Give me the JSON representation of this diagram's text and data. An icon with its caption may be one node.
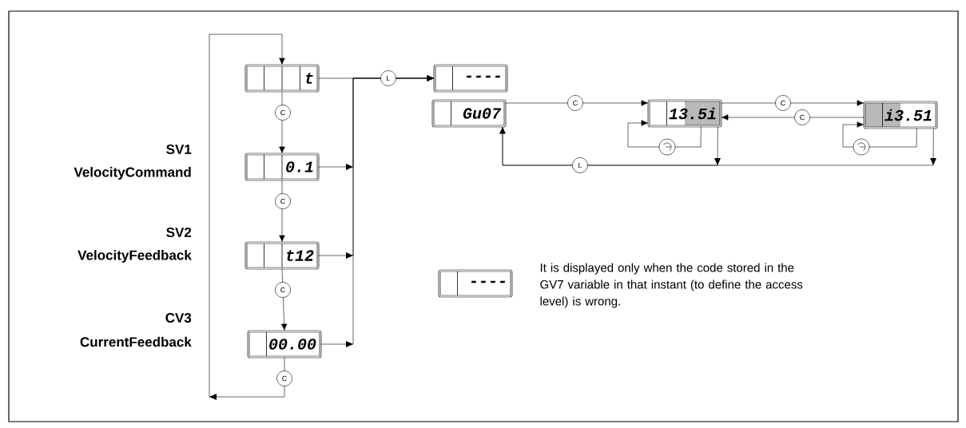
{
  "diagram": {
    "nodes": [
      {
        "text": [
          "t"
        ]
      },
      {
        "text": [
          "0.1"
        ]
      },
      {
        "text": [
          "t12"
        ]
      },
      {
        "text": [
          "00.00"
        ]
      },
      {
        "text": [
          "----"
        ]
      },
      {
        "text": [
          "Gu07"
        ]
      },
      {
        "text": [
          "13.5i"
        ]
      },
      {
        "text": [
          "i3.51"
        ]
      },
      {
        "text": [
          "----"
        ],
        "beside": [
          "It is displayed only when the code stored in the GV7 variable in that instant (to define the access level) is wrong."
        ]
      }
    ],
    "edges": [
      {
        "from": 0,
        "to": 1,
        "arrow": "to",
        "label": "C"
      },
      {
        "from": 1,
        "to": 2,
        "arrow": "to",
        "label": "C"
      },
      {
        "from": 2,
        "to": 3,
        "arrow": "to",
        "label": "C"
      },
      {
        "from": 3,
        "to": 0,
        "arrow": "to",
        "label": "C"
      },
      {
        "from": 0,
        "to": 4,
        "arrow": "to",
        "label": "L"
      },
      {
        "from": 1,
        "to": 4,
        "arrow": "to"
      },
      {
        "from": 2,
        "to": 4,
        "arrow": "to"
      },
      {
        "from": 3,
        "to": 4,
        "arrow": "to"
      },
      {
        "from": 5,
        "to": 6,
        "arrow": "to",
        "label": "C"
      },
      {
        "from": 6,
        "to": 7,
        "arrow": "to",
        "label": "C"
      },
      {
        "from": 7,
        "to": 6,
        "arrow": "to",
        "label": "C"
      },
      {
        "from": 6,
        "to": 6,
        "arrow": "to"
      },
      {
        "from": 7,
        "to": 7,
        "arrow": "to"
      },
      {
        "from": 6,
        "to": 5,
        "arrow": "to",
        "label": "L"
      },
      {
        "from": 7,
        "to": 5,
        "arrow": "to"
      }
    ],
    "labels": [
      "SV1",
      "VelocityCommand",
      "SV2",
      "VelocityFeedback",
      "CV3",
      "CurrentFeedback"
    ]
  }
}
